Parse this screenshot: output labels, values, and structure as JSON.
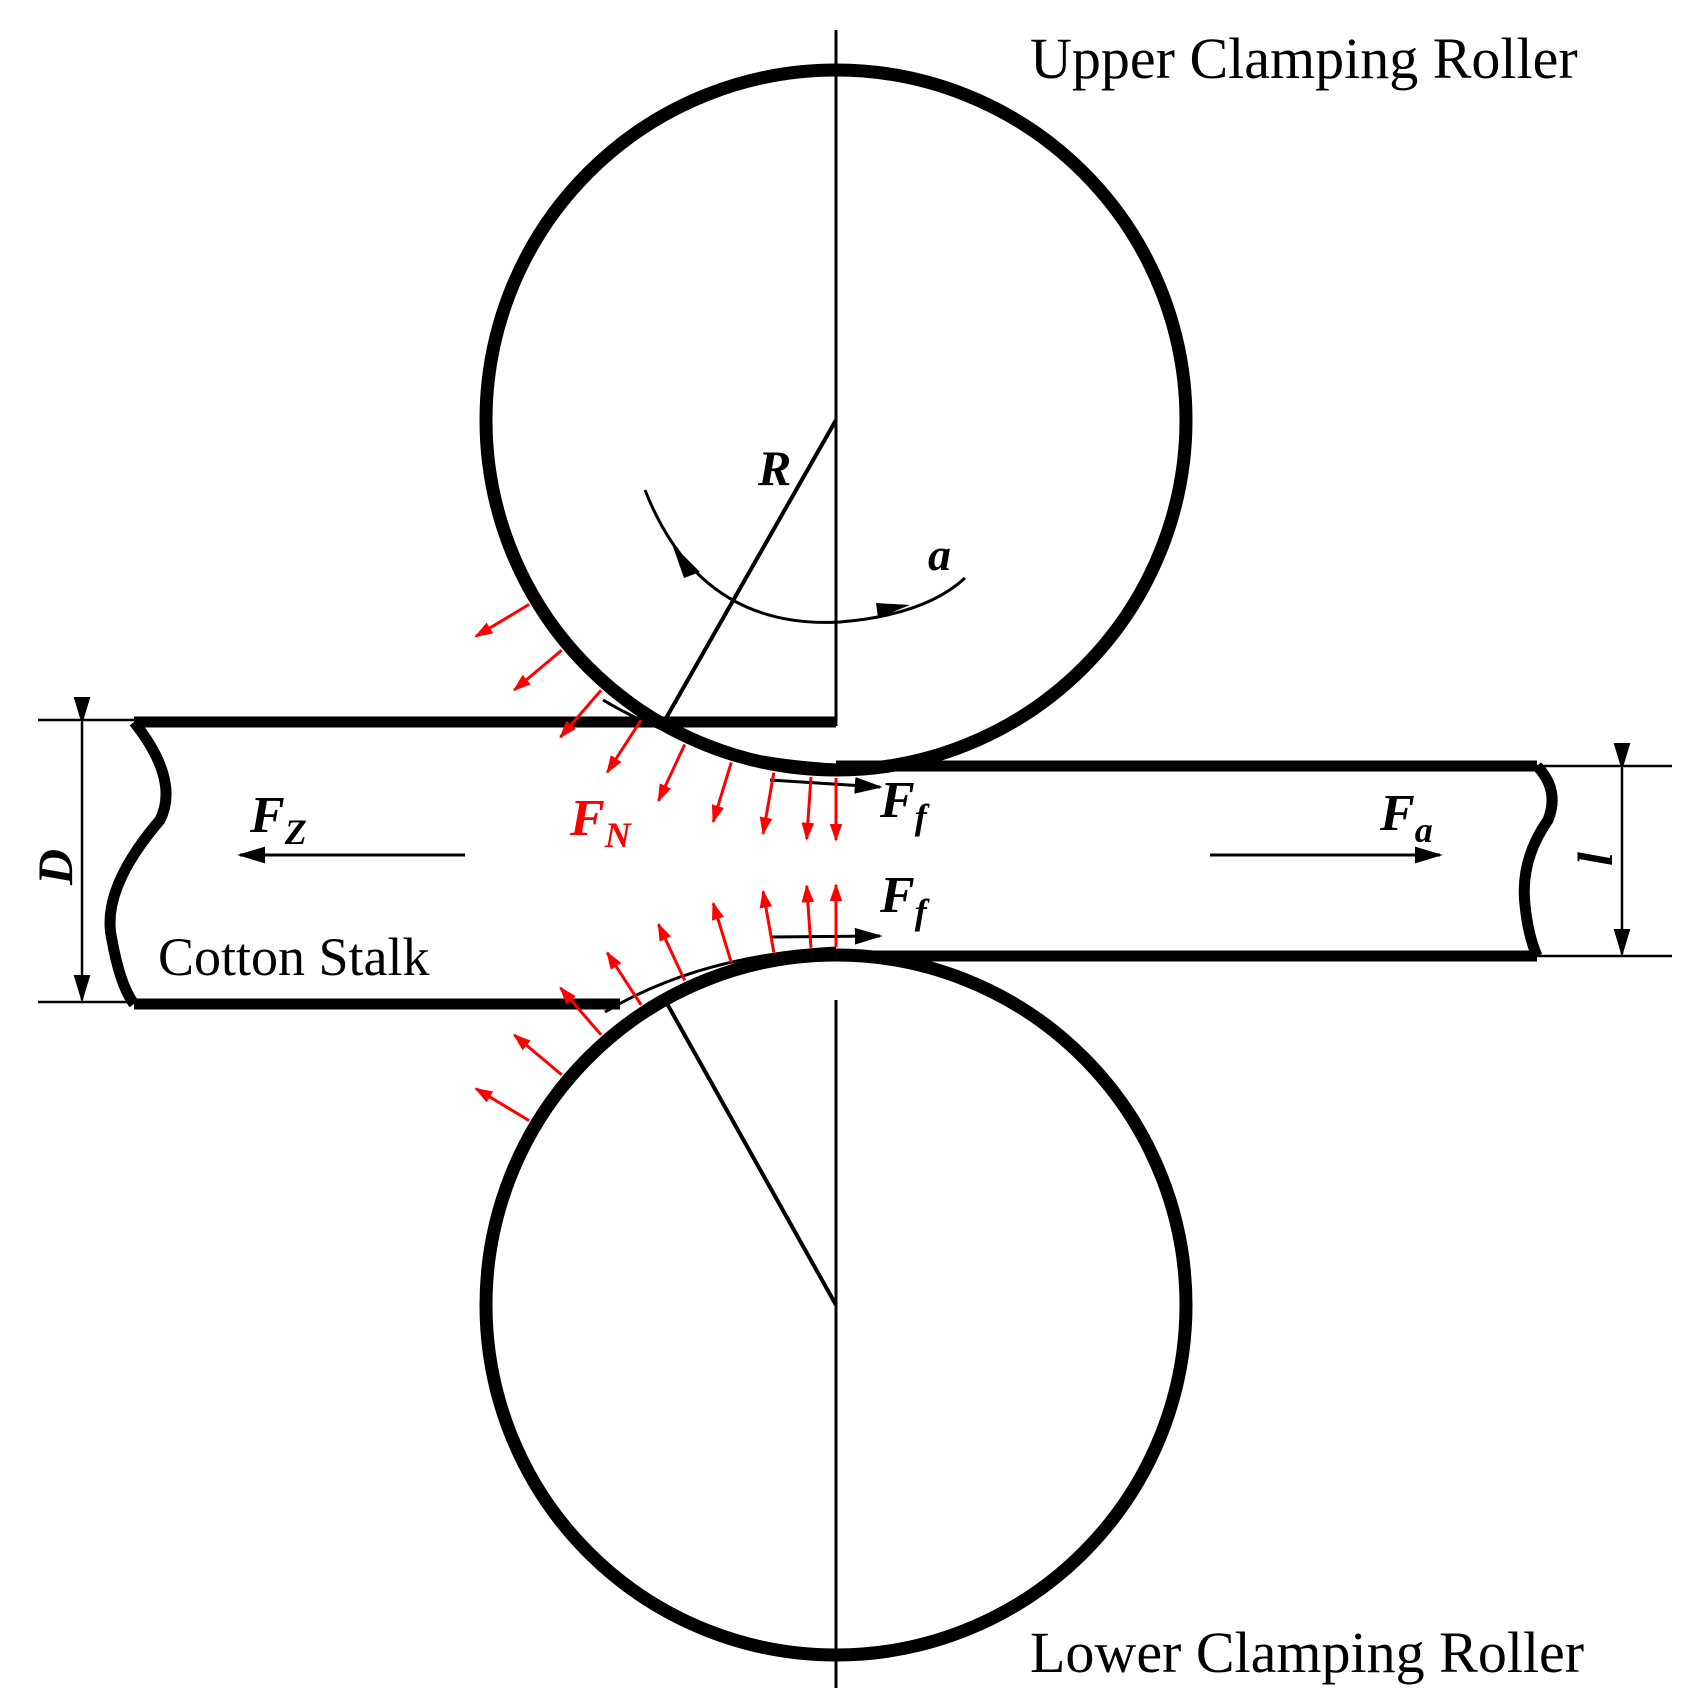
{
  "labels": {
    "upper_roller": "Upper Clamping Roller",
    "lower_roller": "Lower Clamping Roller",
    "cotton_stalk": "Cotton Stalk",
    "radius": "R",
    "angle": "a",
    "diameter": "D",
    "thickness": "l",
    "fz_main": "F",
    "fz_sub": "Z",
    "fn_main": "F",
    "fn_sub": "N",
    "ff_upper_main": "F",
    "ff_upper_sub": "f",
    "ff_lower_main": "F",
    "ff_lower_sub": "f",
    "fa_main": "F",
    "fa_sub": "a"
  },
  "colors": {
    "line": "#000000",
    "force_arrows": "#ff0000"
  }
}
